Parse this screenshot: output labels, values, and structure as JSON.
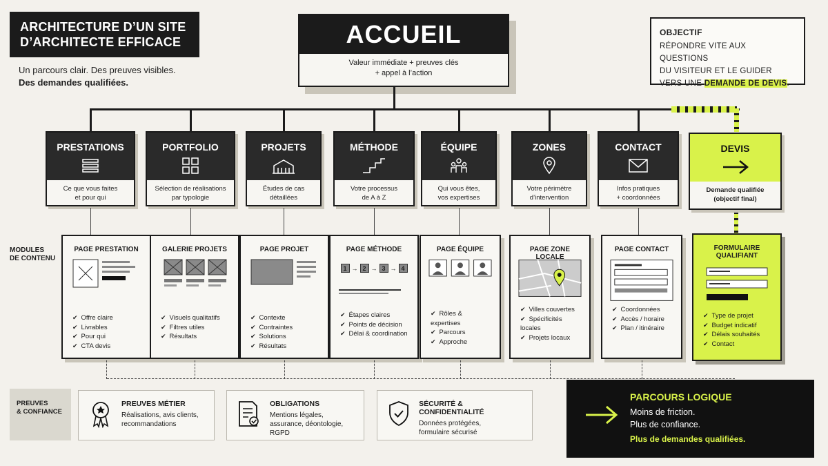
{
  "title": {
    "line1": "ARCHITECTURE D’UN SITE",
    "line2": "D’ARCHITECTE EFFICACE"
  },
  "tagline": {
    "line1": "Un parcours clair. Des preuves visibles.",
    "line2": "Des demandes qualifiées."
  },
  "home": {
    "title": "ACCUEIL",
    "sub_line1": "Valeur immédiate + preuves clés",
    "sub_line2": "+ appel à l’action"
  },
  "objective": {
    "heading": "OBJECTIF",
    "line1": "RÉPONDRE VITE AUX QUESTIONS",
    "line2": "DU VISITEUR ET LE GUIDER",
    "line3_pre": "VERS UNE ",
    "line3_hl": "DEMANDE DE DEVIS",
    "line3_post": "."
  },
  "sections": [
    {
      "name": "PRESTATIONS",
      "icon": "list-icon",
      "d1": "Ce que vous faites",
      "d2": "et pour qui"
    },
    {
      "name": "PORTFOLIO",
      "icon": "grid-icon",
      "d1": "Sélection de réalisations",
      "d2": "par typologie"
    },
    {
      "name": "PROJETS",
      "icon": "building-icon",
      "d1": "Études de cas",
      "d2": "détaillées"
    },
    {
      "name": "MÉTHODE",
      "icon": "stairs-icon",
      "d1": "Votre processus",
      "d2": "de A à Z"
    },
    {
      "name": "ÉQUIPE",
      "icon": "team-icon",
      "d1": "Qui vous êtes,",
      "d2": "vos expertises"
    },
    {
      "name": "ZONES",
      "icon": "map-pin-icon",
      "d1": "Votre périmètre",
      "d2": "d’intervention"
    },
    {
      "name": "CONTACT",
      "icon": "envelope-icon",
      "d1": "Infos pratiques",
      "d2": "+ coordonnées"
    },
    {
      "name": "DEVIS",
      "icon": "arrow-right-icon",
      "d1": "Demande qualifiée",
      "d2": "(objectif final)"
    }
  ],
  "modules_label": {
    "line1": "MODULES",
    "line2": "DE CONTENU"
  },
  "modules": [
    {
      "title": "PAGE PRESTATION",
      "items": [
        "Offre claire",
        "Livrables",
        "Pour qui",
        "CTA devis"
      ]
    },
    {
      "title": "GALERIE PROJETS",
      "items": [
        "Visuels qualitatifs",
        "Filtres utiles",
        "Résultats"
      ]
    },
    {
      "title": "PAGE PROJET",
      "items": [
        "Contexte",
        "Contraintes",
        "Solutions",
        "Résultats"
      ]
    },
    {
      "title": "PAGE MÉTHODE",
      "items": [
        "Étapes claires",
        "Points de décision",
        "Délai & coordination"
      ],
      "steps": [
        "1",
        "2",
        "3",
        "4"
      ]
    },
    {
      "title": "PAGE ÉQUIPE",
      "items": [
        "Rôles & expertises",
        "Parcours",
        "Approche"
      ]
    },
    {
      "title": "PAGE ZONE LOCALE",
      "items": [
        "Villes couvertes",
        "Spécificités locales",
        "Projets locaux"
      ]
    },
    {
      "title": "PAGE CONTACT",
      "items": [
        "Coordonnées",
        "Accès / horaire",
        "Plan / itinéraire"
      ]
    },
    {
      "title1": "FORMULAIRE",
      "title2": "QUALIFIANT",
      "items": [
        "Type de projet",
        "Budget indicatif",
        "Délais souhaités",
        "Contact"
      ]
    }
  ],
  "trust": {
    "label1": "PREUVES",
    "label2": "& CONFIANCE",
    "cards": [
      {
        "title": "PREUVES MÉTIER",
        "l1": "Réalisations, avis clients,",
        "l2": "recommandations",
        "l3": "",
        "icon": "award-icon"
      },
      {
        "title": "OBLIGATIONS",
        "l1": "Mentions légales,",
        "l2": "assurance, déontologie,",
        "l3": "RGPD",
        "icon": "document-check-icon"
      },
      {
        "title": "SÉCURITÉ & CONFIDENTIALITÉ",
        "l1": "Données protégées,",
        "l2": "formulaire sécurisé",
        "l3": "",
        "icon": "shield-check-icon"
      }
    ]
  },
  "final": {
    "heading": "PARCOURS LOGIQUE",
    "l1": "Moins de friction.",
    "l2": "Plus de confiance.",
    "l3": "Plus de demandes qualifiées."
  },
  "colors": {
    "accent": "#d9f24a",
    "dark": "#1b1b1b",
    "background": "#f3f1ec"
  }
}
